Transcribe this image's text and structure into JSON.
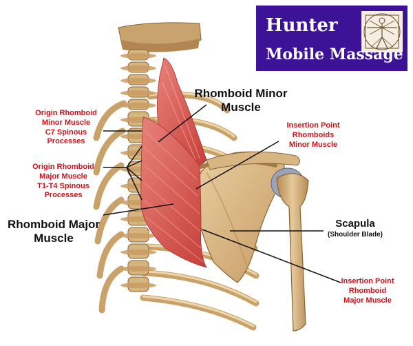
{
  "logo": {
    "line1": "Hunter",
    "line2": "Mobile Massage",
    "emblem_icon": "vitruvian-man-icon"
  },
  "labels": {
    "rhomboid_minor": [
      "Rhomboid Minor",
      "Muscle"
    ],
    "origin_minor": [
      "Origin Rhomboid",
      "Minor Muscle",
      "C7 Spinous",
      "Processes"
    ],
    "insertion_minor": [
      "Insertion Point",
      "Rhomboids",
      "Minor Muscle"
    ],
    "origin_major": [
      "Origin Rhomboid",
      "Major Muscle",
      "T1-T4 Spinous",
      "Processes"
    ],
    "rhomboid_major": [
      "Rhomboid Major",
      "Muscle"
    ],
    "scapula": "Scapula",
    "scapula_sub": "(Shoulder Blade)",
    "insertion_major": [
      "Insertion Point",
      "Rhomboid",
      "Major Muscle"
    ]
  },
  "colors": {
    "label_red": "#d0121b",
    "label_black": "#111111",
    "logo_bg": "#3c1296",
    "bone": "#d9b98a",
    "bone_dark": "#9c7445",
    "muscle": "#d9574f",
    "muscle_light": "#ee8b83"
  }
}
